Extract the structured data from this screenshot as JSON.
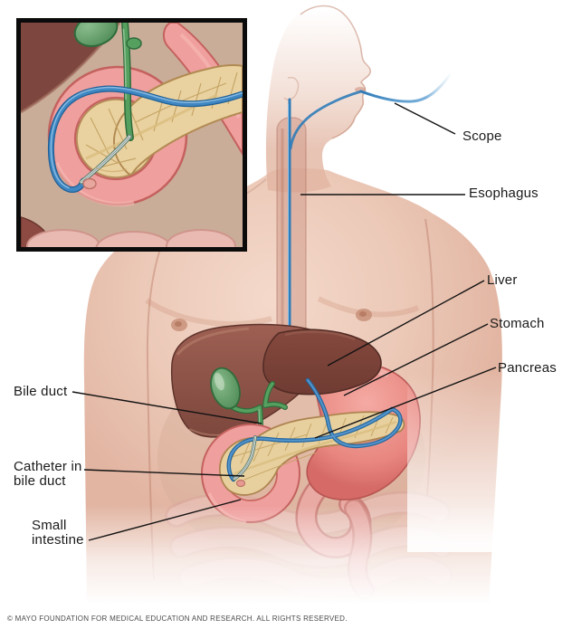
{
  "labels": {
    "scope": "Scope",
    "esophagus": "Esophagus",
    "liver": "Liver",
    "stomach": "Stomach",
    "pancreas": "Pancreas",
    "bile_duct": "Bile duct",
    "catheter": "Catheter in\nbile duct",
    "small_intestine": "Small\nintestine"
  },
  "copyright": "© MAYO FOUNDATION FOR MEDICAL EDUCATION AND RESEARCH. ALL RIGHTS RESERVED.",
  "colors": {
    "scope_blue": "#2f7cb8",
    "bile_duct_green": "#55a05f",
    "liver_brown": "#8f544a",
    "stomach_pink": "#e98f8f",
    "pancreas_tan": "#e7d09e",
    "duodenum_pink": "#ef9f9d",
    "skin": "#eac5b4",
    "inset_background": "#c9ad99",
    "inset_border": "#0b0b0b",
    "label_text": "#1a1a1a",
    "leader_line": "#121212"
  }
}
